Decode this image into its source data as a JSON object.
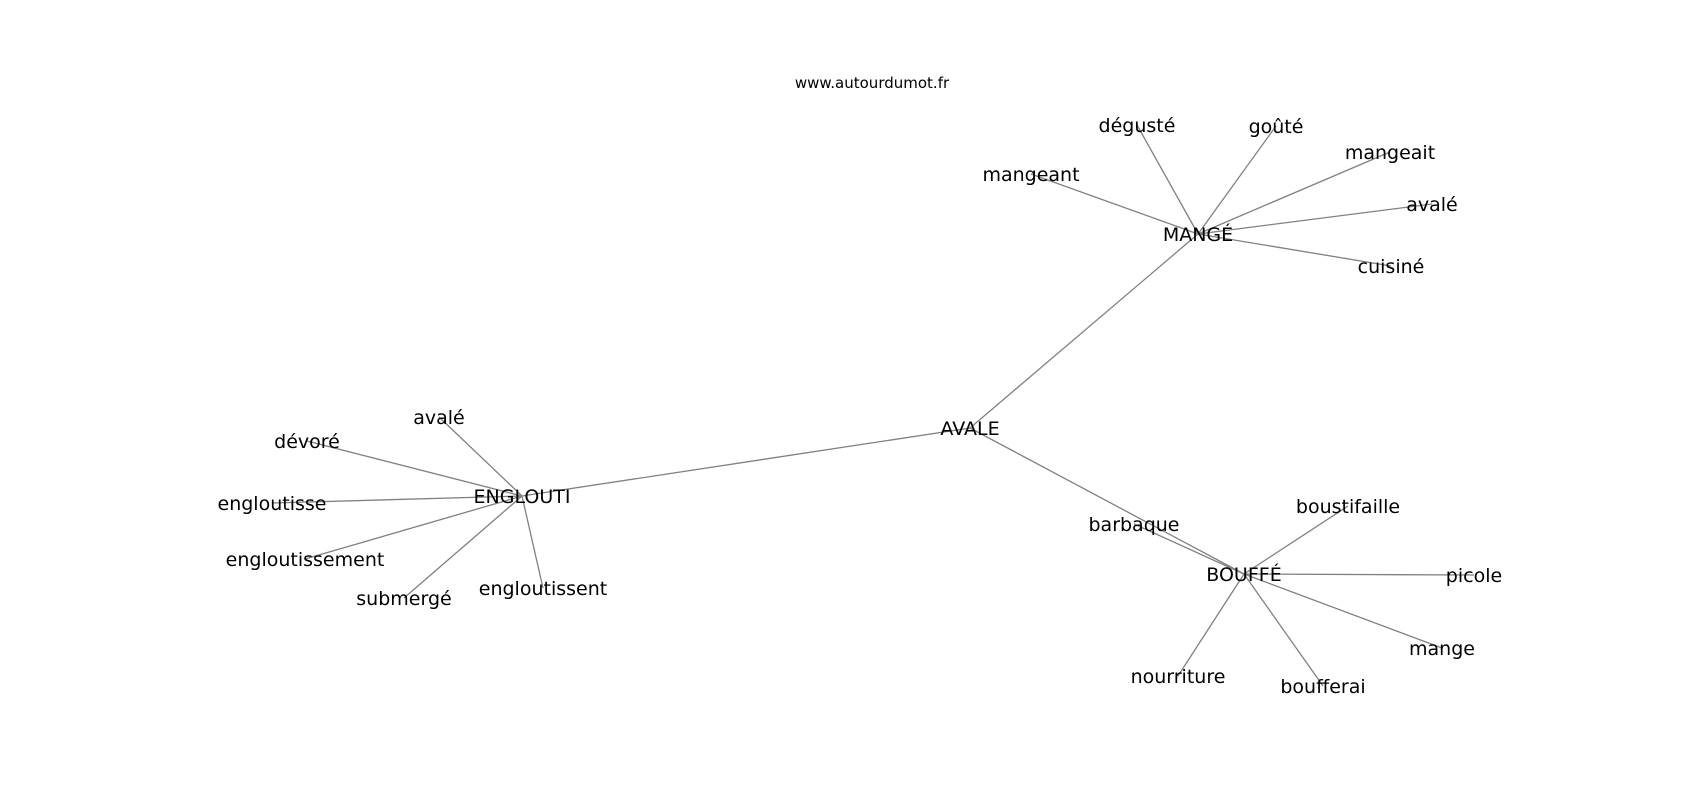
{
  "source_credit": "www.autourdumot.fr",
  "graph": {
    "edge_color": "#808080",
    "label_color": "#000000",
    "nodes": [
      {
        "id": "avale",
        "label": "AVALE"
      },
      {
        "id": "mange_hub",
        "label": "MANGÉ"
      },
      {
        "id": "englouti_hub",
        "label": "ENGLOUTI"
      },
      {
        "id": "bouffe_hub",
        "label": "BOUFFÉ"
      },
      {
        "id": "mangeant",
        "label": "mangeant"
      },
      {
        "id": "deguste",
        "label": "dégusté"
      },
      {
        "id": "goute",
        "label": "goûté"
      },
      {
        "id": "mangeait",
        "label": "mangeait"
      },
      {
        "id": "avale_m",
        "label": "avalé"
      },
      {
        "id": "cuisine",
        "label": "cuisiné"
      },
      {
        "id": "avale_e",
        "label": "avalé"
      },
      {
        "id": "devore",
        "label": "dévoré"
      },
      {
        "id": "engloutisse",
        "label": "engloutisse"
      },
      {
        "id": "engloutissement",
        "label": "engloutissement"
      },
      {
        "id": "submerge",
        "label": "submergé"
      },
      {
        "id": "engloutissent",
        "label": "engloutissent"
      },
      {
        "id": "barbaque",
        "label": "barbaque"
      },
      {
        "id": "boustifaille",
        "label": "boustifaille"
      },
      {
        "id": "picole",
        "label": "picole"
      },
      {
        "id": "mange_b",
        "label": "mange"
      },
      {
        "id": "boufferai",
        "label": "boufferai"
      },
      {
        "id": "nourriture",
        "label": "nourriture"
      }
    ],
    "edges": [
      [
        "avale",
        "mange_hub"
      ],
      [
        "avale",
        "englouti_hub"
      ],
      [
        "avale",
        "bouffe_hub"
      ],
      [
        "mange_hub",
        "mangeant"
      ],
      [
        "mange_hub",
        "deguste"
      ],
      [
        "mange_hub",
        "goute"
      ],
      [
        "mange_hub",
        "mangeait"
      ],
      [
        "mange_hub",
        "avale_m"
      ],
      [
        "mange_hub",
        "cuisine"
      ],
      [
        "englouti_hub",
        "avale_e"
      ],
      [
        "englouti_hub",
        "devore"
      ],
      [
        "englouti_hub",
        "engloutisse"
      ],
      [
        "englouti_hub",
        "engloutissement"
      ],
      [
        "englouti_hub",
        "submerge"
      ],
      [
        "englouti_hub",
        "engloutissent"
      ],
      [
        "bouffe_hub",
        "barbaque"
      ],
      [
        "bouffe_hub",
        "boustifaille"
      ],
      [
        "bouffe_hub",
        "picole"
      ],
      [
        "bouffe_hub",
        "mange_b"
      ],
      [
        "bouffe_hub",
        "boufferai"
      ],
      [
        "bouffe_hub",
        "nourriture"
      ]
    ]
  }
}
